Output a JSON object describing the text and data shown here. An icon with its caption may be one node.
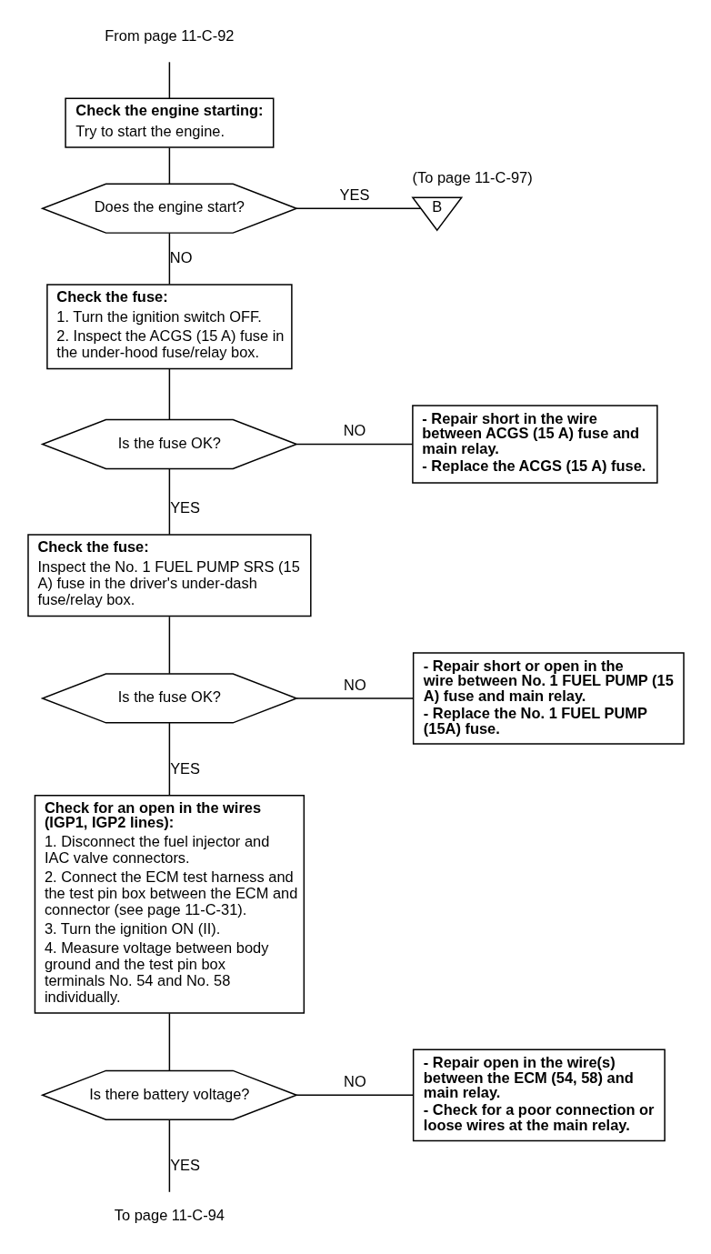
{
  "diagram": {
    "nodes": [
      {
        "text": [
          "From page 11-C-92"
        ]
      },
      {
        "text": [
          "Check the engine starting:",
          "Try to start the engine."
        ]
      },
      {
        "text": [
          "Does the engine start?"
        ]
      },
      {
        "text": [
          "B"
        ],
        "beside": [
          "(To page 11-C-97)"
        ]
      },
      {
        "text": [
          "Check the fuse:",
          "1. Turn the ignition switch OFF.",
          "2. Inspect the ACGS (15 A) fuse in the under-hood fuse/relay box."
        ]
      },
      {
        "text": [
          "Is the fuse OK?"
        ]
      },
      {
        "text": [
          "- Repair short in the wire between ACGS (15 A) fuse and main relay.",
          "- Replace the ACGS (15 A) fuse."
        ]
      },
      {
        "text": [
          "Check the fuse:",
          "Inspect the No. 1 FUEL PUMP SRS (15 A) fuse in the driver's under-dash fuse/relay box."
        ]
      },
      {
        "text": [
          "Is the fuse OK?"
        ]
      },
      {
        "text": [
          "- Repair short or open in the wire between No. 1 FUEL PUMP (15 A) fuse and main relay.",
          "- Replace the No. 1 FUEL PUMP (15A) fuse."
        ]
      },
      {
        "text": [
          "Check for an open in the wires (IGP1, IGP2 lines):",
          "1. Disconnect the fuel injector and IAC valve connectors.",
          "2. Connect the ECM test harness and the test pin box between the ECM and connector (see page 11-C-31).",
          "3. Turn the ignition ON (II).",
          "4. Measure voltage between body ground and the test pin box terminals No. 54 and No. 58 individually."
        ]
      },
      {
        "text": [
          "Is there battery voltage?"
        ]
      },
      {
        "text": [
          "- Repair open in the wire(s) between the ECM (54, 58) and main relay.",
          "- Check for a poor connection or loose wires at the main relay."
        ]
      },
      {
        "text": [
          "To page 11-C-94"
        ]
      }
    ],
    "edges": [
      {
        "from": 0,
        "to": 1,
        "arrow": "none"
      },
      {
        "from": 1,
        "to": 2,
        "arrow": "none"
      },
      {
        "from": 2,
        "to": 3,
        "arrow": "none",
        "label": "YES"
      },
      {
        "from": 2,
        "to": 4,
        "arrow": "none",
        "label": "NO"
      },
      {
        "from": 4,
        "to": 5,
        "arrow": "none"
      },
      {
        "from": 5,
        "to": 6,
        "arrow": "none",
        "label": "NO"
      },
      {
        "from": 5,
        "to": 7,
        "arrow": "none",
        "label": "YES"
      },
      {
        "from": 7,
        "to": 8,
        "arrow": "none"
      },
      {
        "from": 8,
        "to": 9,
        "arrow": "none",
        "label": "NO"
      },
      {
        "from": 8,
        "to": 10,
        "arrow": "none",
        "label": "YES"
      },
      {
        "from": 10,
        "to": 11,
        "arrow": "none"
      },
      {
        "from": 11,
        "to": 12,
        "arrow": "none",
        "label": "NO"
      },
      {
        "from": 11,
        "to": 13,
        "arrow": "none",
        "label": "YES"
      }
    ]
  }
}
